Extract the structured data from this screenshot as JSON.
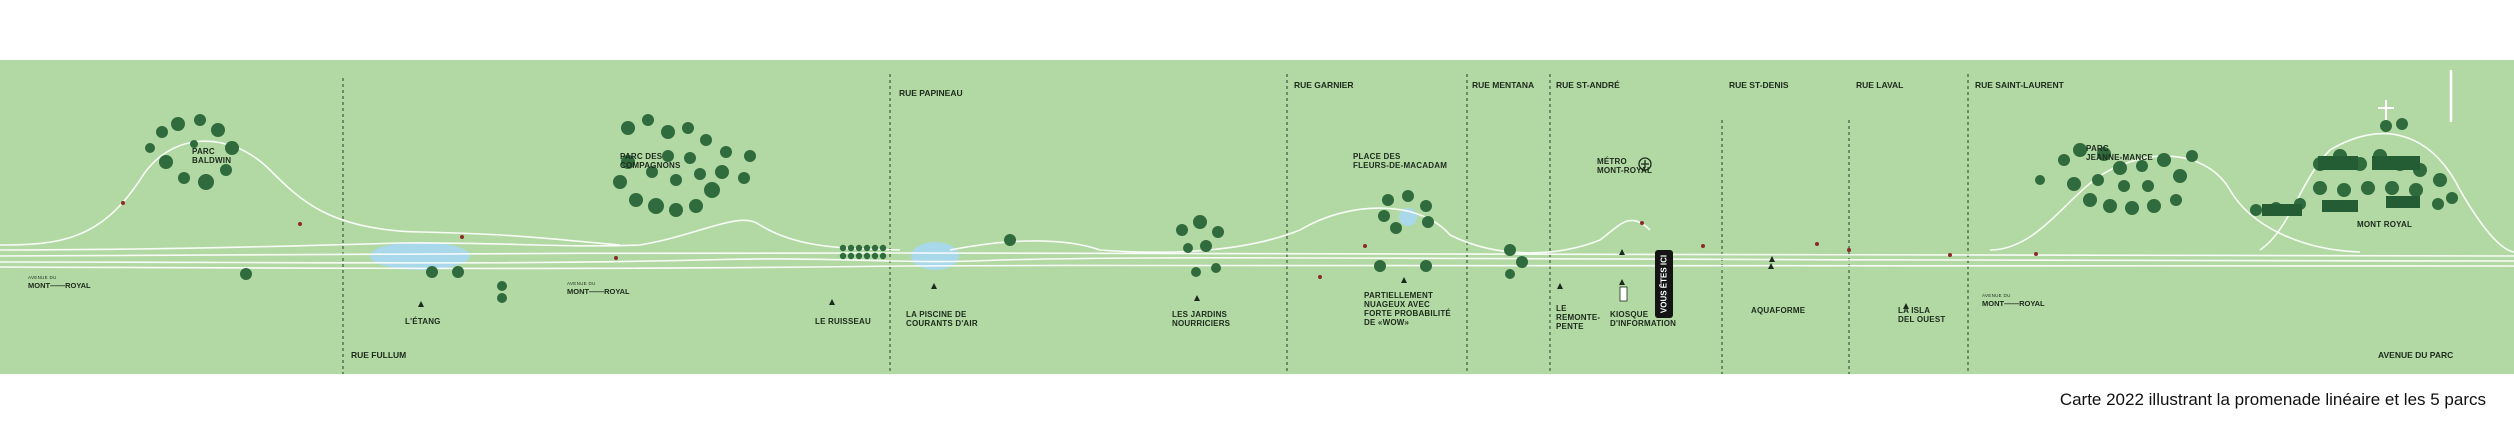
{
  "streets": {
    "rue_fullum": "RUE FULLUM",
    "rue_papineau": "RUE PAPINEAU",
    "rue_garnier": "RUE GARNIER",
    "rue_mentana": "RUE MENTANA",
    "rue_st_andre": "RUE ST-ANDRÉ",
    "rue_st_denis": "RUE ST-DENIS",
    "rue_laval": "RUE LAVAL",
    "rue_saint_laurent": "RUE SAINT-LAURENT",
    "avenue_du_parc": "AVENUE DU PARC"
  },
  "places": {
    "parc_baldwin": "PARC\nBALDWIN",
    "parc_compagnons": "PARC DES\nCOMPAGNONS",
    "place_fleurs": "PLACE DES\nFLEURS-DE-MACADAM",
    "metro": "MÉTRO\nMONT-ROYAL",
    "parc_jeanne_mance": "PARC\nJEANNE-MANCE",
    "mont_royal": "MONT ROYAL"
  },
  "features": {
    "etang": "L'ÉTANG",
    "ruisseau": "LE RUISSEAU",
    "piscine": "LA PISCINE DE\nCOURANTS D'AIR",
    "jardins": "LES JARDINS\nNOURRICIERS",
    "partiellement": "PARTIELLEMENT\nNUAGEUX AVEC\nFORTE PROBABILITÉ\nDE «WOW»",
    "remonte_pente": "LE\nREMONTE-\nPENTE",
    "kiosque": "KIOSQUE\nD'INFORMATION",
    "aquaforme": "AQUAFORME",
    "isla": "LA ISLA\nDEL OUEST"
  },
  "sponsor": {
    "line1": "AVENUE DU",
    "line2": "MONT——ROYAL"
  },
  "you_are_here": "VOUS ÊTES ICI",
  "caption": "Carte 2022 illustrant la promenade linéaire et les 5 parcs",
  "colors": {
    "map_bg": "#b2d9a3",
    "tree": "#2f6b3d",
    "water": "#a9d8ea",
    "path": "#ffffff"
  }
}
